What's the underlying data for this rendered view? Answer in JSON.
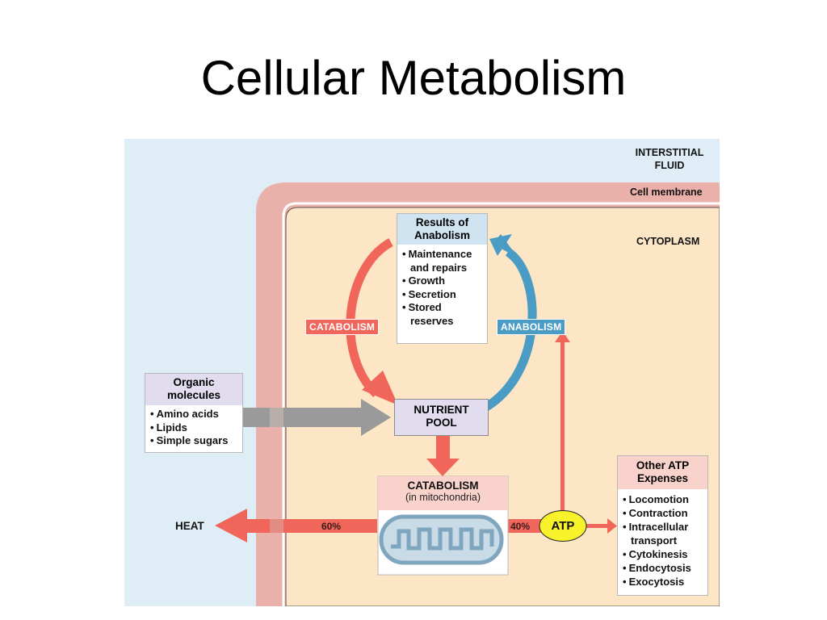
{
  "slide": {
    "title": "Cellular Metabolism"
  },
  "regions": {
    "interstitial": "INTERSTITIAL\nFLUID",
    "membrane": "Cell membrane",
    "cytoplasm": "CYTOPLASM"
  },
  "boxes": {
    "anabolism_results": {
      "title": "Results of\nAnabolism",
      "items": [
        "Maintenance and repairs",
        "Growth",
        "Secretion",
        "Stored reserves"
      ]
    },
    "organic": {
      "title": "Organic\nmolecules",
      "items": [
        "Amino acids",
        "Lipids",
        "Simple sugars"
      ]
    },
    "nutrient_pool": "NUTRIENT\nPOOL",
    "catabolism_mito": {
      "title": "CATABOLISM",
      "subtitle": "(in mitochondria)"
    },
    "atp_expenses": {
      "title": "Other ATP\nExpenses",
      "items": [
        "Locomotion",
        "Contraction",
        "Intracellular transport",
        "Cytokinesis",
        "Endocytosis",
        "Exocytosis"
      ]
    }
  },
  "cycle": {
    "left": "CATABOLISM",
    "right": "ANABOLISM"
  },
  "energy": {
    "heat": "HEAT",
    "heat_pct": "60%",
    "atp_pct": "40%",
    "atp": "ATP"
  },
  "colors": {
    "interstitial": "#dfeef6",
    "membrane": "#eab1ab",
    "cytoplasm": "#fde6c5",
    "catabolism": "#f0665a",
    "anabolism": "#4a9cc4",
    "gray_arrow": "#9a9a9a",
    "atp": "#f7f22a",
    "box_head_blue": "#cfe3f1",
    "box_head_purple": "#e2dcef",
    "box_head_pink": "#f9d2cc",
    "mitochondria": "#7fa5bf"
  }
}
